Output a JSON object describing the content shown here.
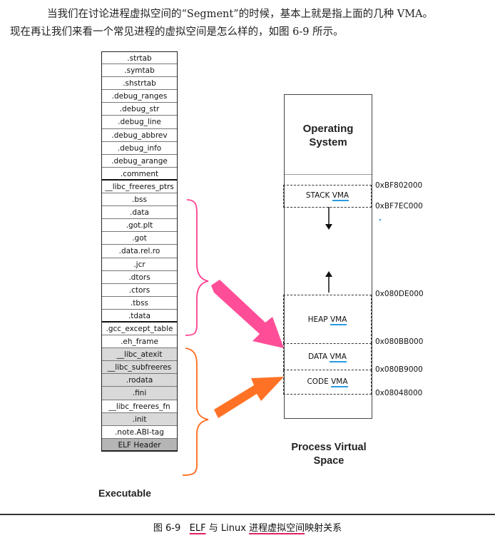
{
  "intro": {
    "line1": "当我们在讨论进程虚拟空间的“Segment”的时候，基本上就是指上面的几种 VMA。",
    "line2": "现在再让我们来看一个常见进程的虚拟空间是怎么样的，如图 6-9 所示。"
  },
  "elf": {
    "label": "Executable",
    "sections": [
      ".strtab",
      ".symtab",
      ".shstrtab",
      ".debug_ranges",
      ".debug_str",
      ".debug_line",
      ".debug_abbrev",
      ".debug_info",
      ".debug_arange",
      ".comment",
      "__libc_freeres_ptrs",
      ".bss",
      ".data",
      ".got.plt",
      ".got",
      ".data.rel.ro",
      ".jcr",
      ".dtors",
      ".ctors",
      ".tbss",
      ".tdata",
      ".gcc_except_table",
      ".eh_frame",
      "__libc_atexit",
      "__libc_subfreeres",
      ".rodata",
      ".fini",
      "__libc_freeres_fn",
      ".init",
      ".note.ABI-tag",
      "ELF Header"
    ]
  },
  "pvs": {
    "os_line1": "Operating",
    "os_line2": "System",
    "label_line1": "Process Virtual",
    "label_line2": "Space",
    "vmas": {
      "stack": {
        "prefix": "STACK ",
        "u": "VMA"
      },
      "heap": {
        "prefix": "HEAP ",
        "u": "VMA"
      },
      "data": {
        "prefix": "DATA ",
        "u": "VMA"
      },
      "code": {
        "prefix": "CODE ",
        "u": "VMA"
      }
    },
    "addresses": [
      "0xBF802000",
      "0xBF7EC000",
      "0x080DE000",
      "0x080BB000",
      "0x080B9000",
      "0x08048000"
    ]
  },
  "caption": {
    "fig": "图 6-9",
    "elf": "ELF",
    "mid": "与 Linux",
    "ul": "进程虚拟空间",
    "end": "映射关系"
  },
  "colors": {
    "pink": "#ff3f8e",
    "orange": "#ff6a1a",
    "blue": "#2a9be0"
  }
}
